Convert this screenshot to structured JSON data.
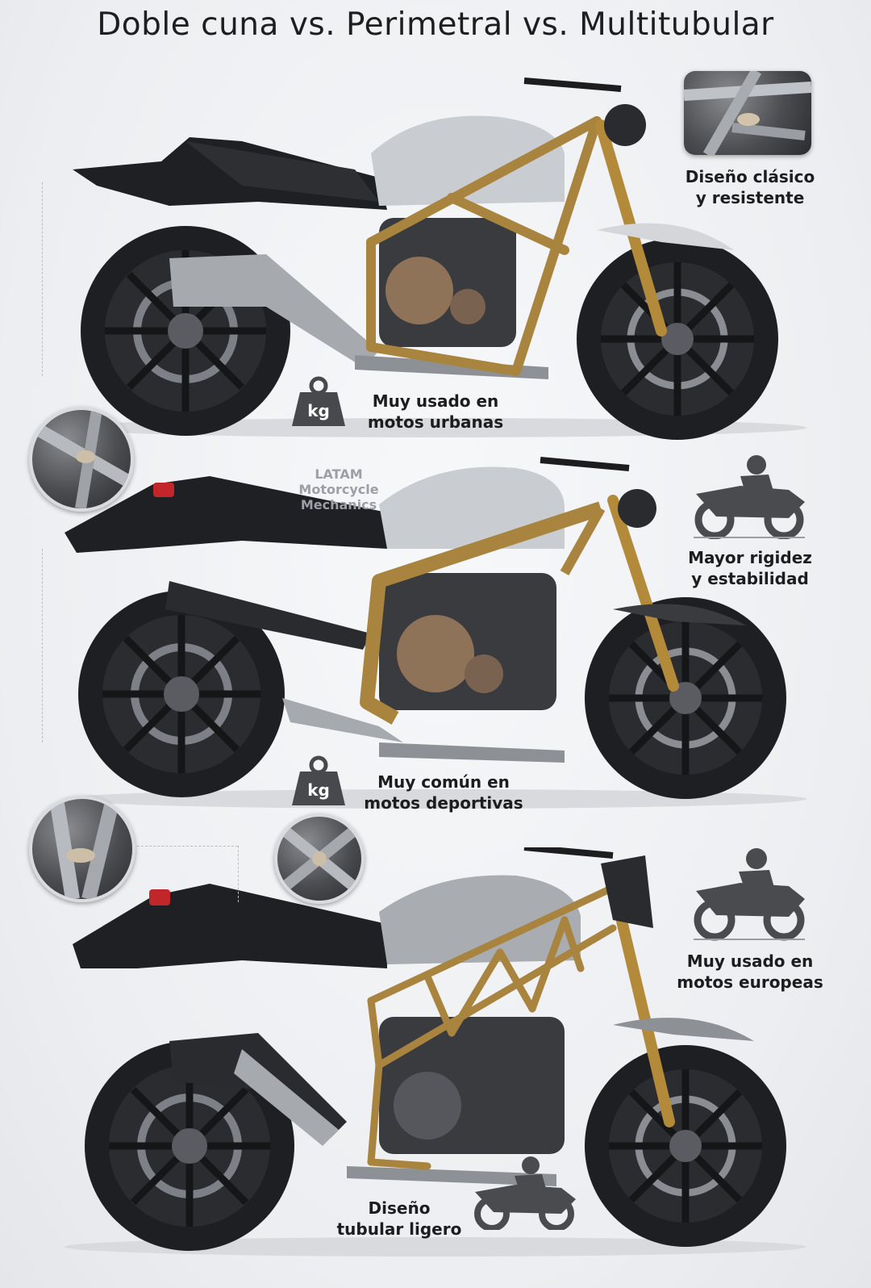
{
  "title": "Doble cuna vs. Perimetral vs. Multitubular",
  "watermark": {
    "line1": "LATAM",
    "line2": "Motorcycle",
    "line3": "Mechanics"
  },
  "captions": {
    "c1_line1": "Diseño clásico",
    "c1_line2": "y resistente",
    "c2_line1": "Muy usado en",
    "c2_line2": "motos urbanas",
    "c3_line1": "Mayor rigidez",
    "c3_line2": "y estabilidad",
    "c4_line1": "Muy común en",
    "c4_line2": "motos deportivas",
    "c5_line1": "Muy usado en",
    "c5_line2": "motos europeas",
    "c6_line1": "Diseño",
    "c6_line2": "tubular ligero"
  },
  "weight_icon_label": "kg",
  "icons": [
    "weight-icon",
    "sport-rider-icon",
    "frame-weld-closeup"
  ],
  "colors": {
    "frame_gold": "#a8843e",
    "tank_silver": "#c9ccd0",
    "tire_black": "#1e1f22",
    "engine_bronze": "#8f7358",
    "icon_gray": "#4a4b4f"
  }
}
